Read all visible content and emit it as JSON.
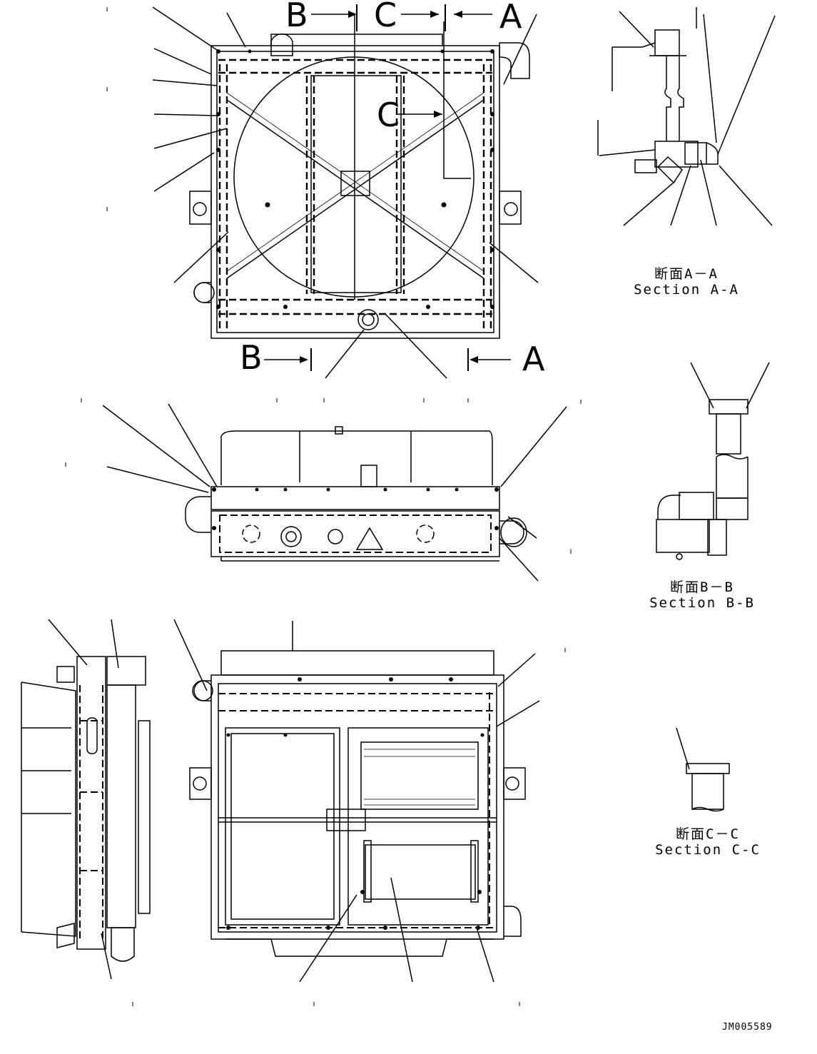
{
  "cut_marks": {
    "a_top": "A",
    "b_top": "B",
    "c_top": "C",
    "c_middle": "C",
    "b_bottom": "B",
    "a_bottom": "A"
  },
  "sections": [
    {
      "jp": "断面A－A",
      "en": "Section A-A"
    },
    {
      "jp": "断面B－B",
      "en": "Section B-B"
    },
    {
      "jp": "断面C－C",
      "en": "Section C-C"
    }
  ],
  "drawing_code": "JM005589"
}
